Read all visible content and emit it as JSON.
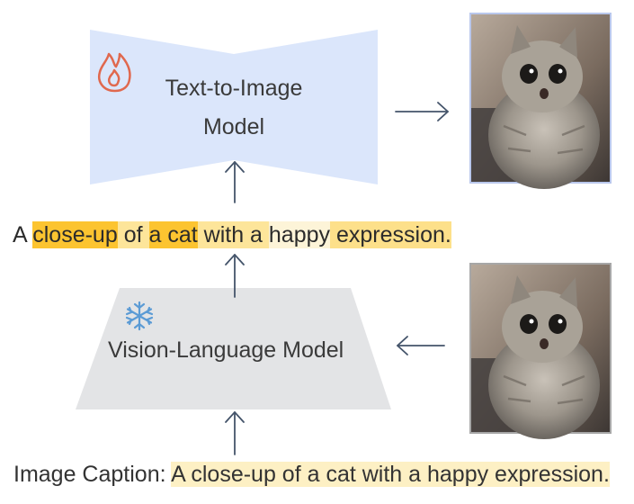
{
  "t2i_model": {
    "label_line1": "Text-to-Image",
    "label_line2": "Model",
    "icon": "flame-icon"
  },
  "vlm": {
    "label": "Vision-Language Model",
    "icon": "snowflake-icon"
  },
  "generated_caption": {
    "segments": [
      {
        "text": "A ",
        "highlight": "#ffffff"
      },
      {
        "text": "close-up",
        "highlight": "#fcc430"
      },
      {
        "text": " of ",
        "highlight": "#fde59a"
      },
      {
        "text": "a cat",
        "highlight": "#fcc430"
      },
      {
        "text": " with a ",
        "highlight": "#fde59a"
      },
      {
        "text": "happy",
        "highlight": "#fdf4d8"
      },
      {
        "text": " expression.",
        "highlight": "#fde08a"
      }
    ]
  },
  "input_caption": {
    "prefix": "Image Caption: ",
    "text": "A close-up of a cat with a happy expression."
  },
  "images": {
    "output": "cat-photo",
    "input": "cat-photo"
  },
  "colors": {
    "t2i_fill": "#dbe6fb",
    "vlm_fill": "#e3e4e6",
    "arrow": "#44546a",
    "flame": "#e0684e",
    "snowflake": "#5b9bd5",
    "bottom_highlight": "#fdf0c4"
  }
}
